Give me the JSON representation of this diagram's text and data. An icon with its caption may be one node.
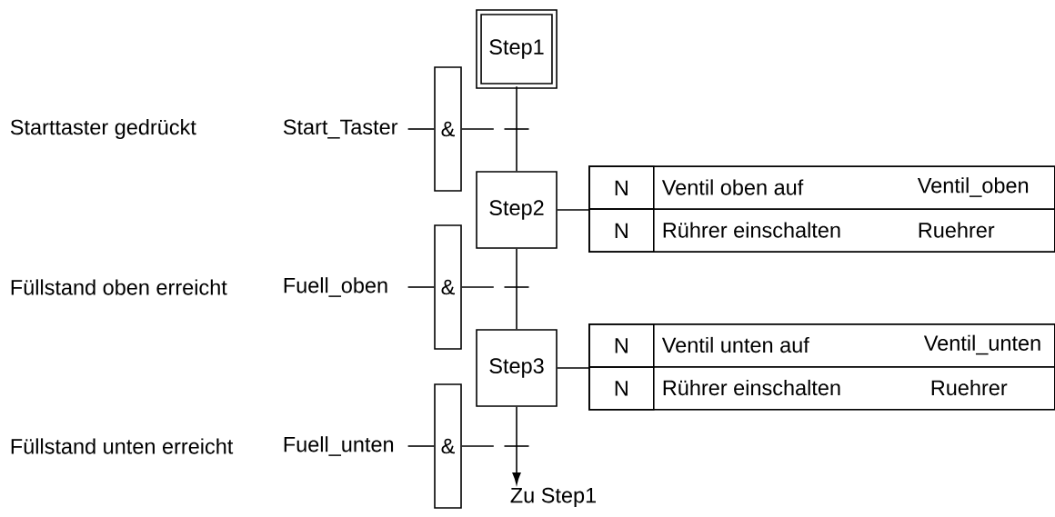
{
  "diagram": {
    "nodes": [
      {
        "text": [
          "Step1"
        ]
      },
      {
        "text": [],
        "shape": "bar"
      },
      {
        "text": [
          "Step2"
        ]
      },
      {
        "text": [],
        "shape": "bar"
      },
      {
        "text": [
          "Step3"
        ]
      },
      {
        "text": [],
        "shape": "bar"
      },
      {
        "text": [
          "Zu Step1"
        ]
      },
      {
        "text": [
          "&"
        ]
      },
      {
        "text": [
          "Start_Taster"
        ]
      },
      {
        "text": [
          "&"
        ]
      },
      {
        "text": [
          "Fuell_oben"
        ]
      },
      {
        "text": [
          "&"
        ]
      },
      {
        "text": [
          "Fuell_unten"
        ]
      },
      {
        "text": [],
        "shape": "box"
      },
      {
        "text": [
          "N",
          "Ventil oben auf",
          "Ventil_oben"
        ],
        "in": 13
      },
      {
        "text": [
          "N",
          "Rührer einschalten",
          "Ruehrer"
        ],
        "in": 13
      },
      {
        "text": [],
        "shape": "box"
      },
      {
        "text": [
          "N",
          "Ventil unten auf",
          "Ventil_unten"
        ],
        "in": 16
      },
      {
        "text": [
          "N",
          "Rührer einschalten",
          "Ruehrer"
        ],
        "in": 16
      }
    ],
    "edges": [
      {
        "from": 0,
        "to": 1,
        "arrow": "none"
      },
      {
        "from": 1,
        "to": 2,
        "arrow": "none"
      },
      {
        "from": 2,
        "to": 3,
        "arrow": "none"
      },
      {
        "from": 3,
        "to": 4,
        "arrow": "none"
      },
      {
        "from": 4,
        "to": 5,
        "arrow": "none"
      },
      {
        "from": 5,
        "to": 6,
        "arrow": "to"
      },
      {
        "from": 8,
        "to": 7,
        "arrow": "none"
      },
      {
        "from": 7,
        "to": 1,
        "arrow": "none",
        "style": "dashed"
      },
      {
        "from": 10,
        "to": 9,
        "arrow": "none"
      },
      {
        "from": 9,
        "to": 3,
        "arrow": "none",
        "style": "dashed"
      },
      {
        "from": 12,
        "to": 11,
        "arrow": "none"
      },
      {
        "from": 11,
        "to": 5,
        "arrow": "none",
        "style": "dashed"
      },
      {
        "from": 2,
        "to": 13,
        "arrow": "none"
      },
      {
        "from": 4,
        "to": 16,
        "arrow": "none"
      }
    ],
    "labels": [
      "Starttaster gedrückt",
      "Füllstand oben erreicht",
      "Füllstand unten erreicht"
    ]
  }
}
